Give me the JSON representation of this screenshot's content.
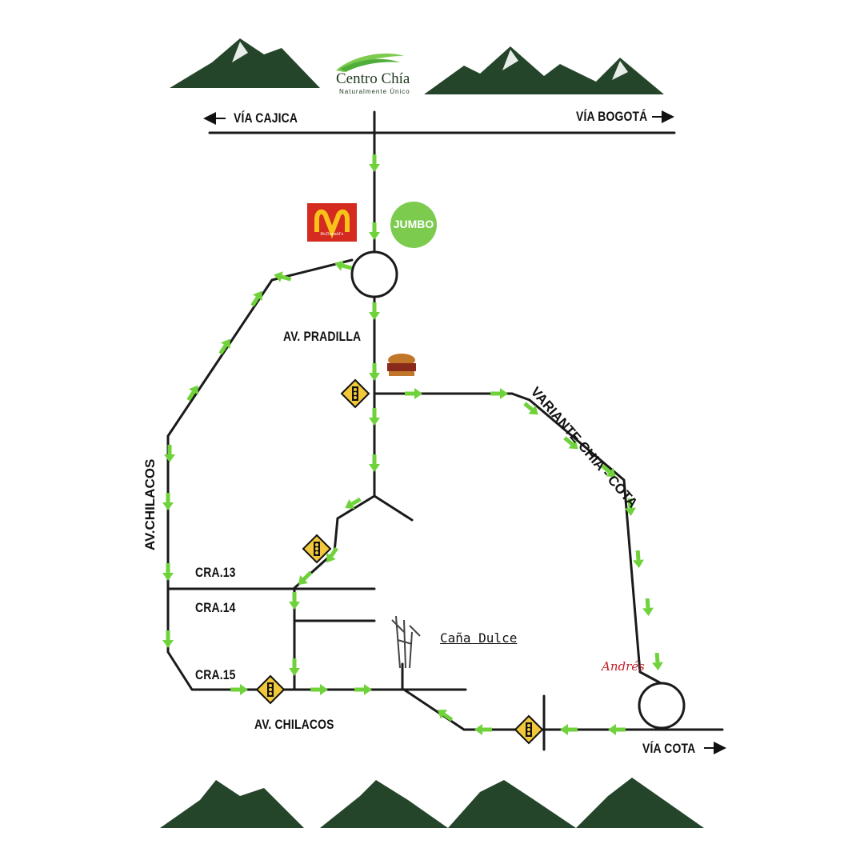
{
  "header": {
    "brand_title": "Centro Chía",
    "brand_subtitle": "Naturalmente Único"
  },
  "labels": {
    "via_cajica": "VÍA CAJICA",
    "via_bogota": "VÍA BOGOTÁ",
    "av_pradilla": "AV. PRADILLA",
    "variante": "VARIANTE CHIA - COTA",
    "av_chilacos_vertical": "AV.CHILACOS",
    "cra13": "CRA.13",
    "cra14": "CRA.14",
    "cra15": "CRA.15",
    "av_chilacos": "AV. CHILACOS",
    "cana_dulce": "Caña Dulce",
    "via_cota": "VÍA COTA"
  },
  "landmarks": {
    "mcdonalds": "McDonald's",
    "jumbo": "JUMBO",
    "andres": "Andrés"
  },
  "icons": {
    "road_arrow": "green-arrow-icon",
    "traffic_light": "traffic-light-icon",
    "roundabout": "roundabout-icon",
    "mountain": "mountain-icon"
  },
  "colors": {
    "road": "#1a1a1a",
    "route_arrow": "#6fd23a",
    "mountain": "#25452a",
    "sign_yellow": "#f2c83a",
    "mcdonalds_red": "#d42a1f",
    "jumbo_green": "#7ccb4f"
  }
}
